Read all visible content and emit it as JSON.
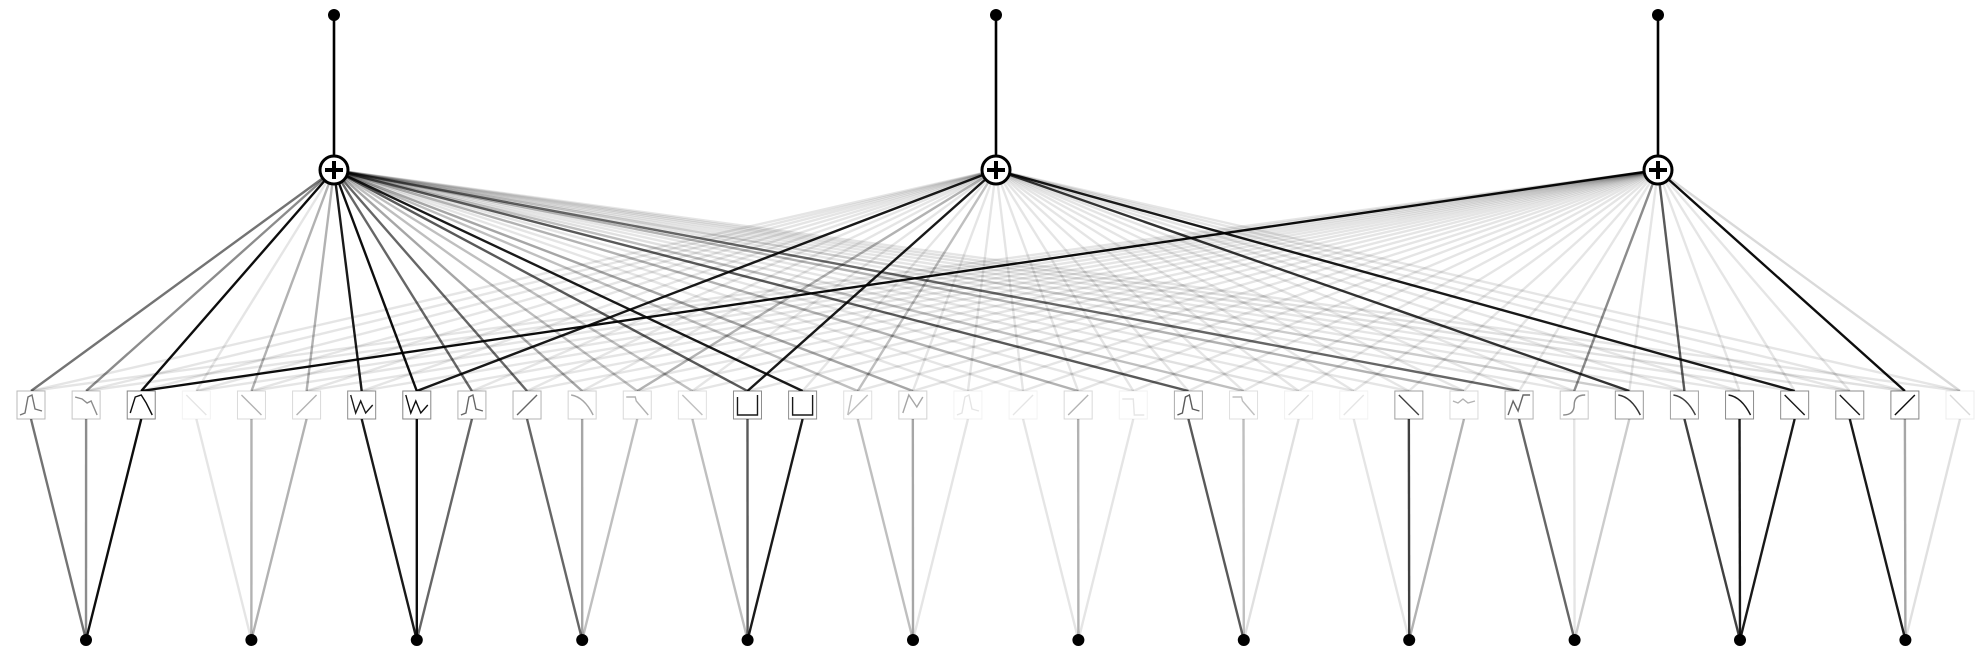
{
  "diagram": {
    "type": "kolmogorov-arnold-network",
    "input_count": 12,
    "sum_node_count": 3,
    "output_count": 3,
    "sum_symbol": "+",
    "edge_color": "#000000",
    "edge_opacity": [
      [
        0.55,
        0.45,
        0.95,
        0.1,
        0.3,
        0.3,
        0.9,
        0.95,
        0.6,
        0.6,
        0.35,
        0.25,
        0.25,
        0.65,
        0.9,
        0.25,
        0.35,
        0.1,
        0.1,
        0.3,
        0.1,
        0.65,
        0.25,
        0.12,
        0.1,
        0.1,
        0.3,
        0.6,
        0.1,
        0.2,
        0.1,
        0.1,
        0.1,
        0.12,
        0.12,
        0.1
      ],
      [
        0.1,
        0.1,
        0.1,
        0.1,
        0.1,
        0.1,
        0.1,
        0.9,
        0.1,
        0.1,
        0.1,
        0.3,
        0.1,
        0.9,
        0.1,
        0.25,
        0.1,
        0.1,
        0.1,
        0.1,
        0.1,
        0.1,
        0.1,
        0.1,
        0.1,
        0.1,
        0.1,
        0.1,
        0.1,
        0.8,
        0.1,
        0.1,
        0.9,
        0.1,
        0.1,
        0.1
      ],
      [
        0.1,
        0.1,
        0.95,
        0.1,
        0.1,
        0.1,
        0.1,
        0.1,
        0.1,
        0.1,
        0.1,
        0.1,
        0.1,
        0.1,
        0.1,
        0.1,
        0.1,
        0.1,
        0.1,
        0.1,
        0.1,
        0.1,
        0.1,
        0.1,
        0.1,
        0.1,
        0.1,
        0.1,
        0.45,
        0.1,
        0.65,
        0.1,
        0.1,
        0.1,
        0.95,
        0.15
      ]
    ],
    "lower_edge_opacity": [
      0.55,
      0.45,
      0.95,
      0.1,
      0.3,
      0.3,
      0.9,
      0.95,
      0.6,
      0.6,
      0.35,
      0.25,
      0.25,
      0.65,
      0.9,
      0.25,
      0.35,
      0.1,
      0.1,
      0.3,
      0.1,
      0.65,
      0.25,
      0.12,
      0.1,
      0.75,
      0.3,
      0.6,
      0.1,
      0.2,
      0.75,
      0.9,
      0.9,
      0.9,
      0.35,
      0.12
    ],
    "activation_shapes": [
      "bump",
      "dip",
      "peak",
      "diag-down",
      "diag-down",
      "diag-up",
      "wave",
      "wave",
      "bump",
      "diag-up",
      "curve-down",
      "step-down",
      "diag-down",
      "box-left",
      "box-left",
      "diag-up-sharp",
      "zig",
      "bump",
      "diag-up",
      "diag-up",
      "dip-right",
      "bump",
      "step-down",
      "diag-up",
      "diag-up",
      "diag-down",
      "wiggle",
      "wave-up",
      "s-curve",
      "curve-down",
      "curve-down",
      "curve-down",
      "diag-down",
      "diag-down",
      "diag-up",
      "diag-down"
    ]
  }
}
